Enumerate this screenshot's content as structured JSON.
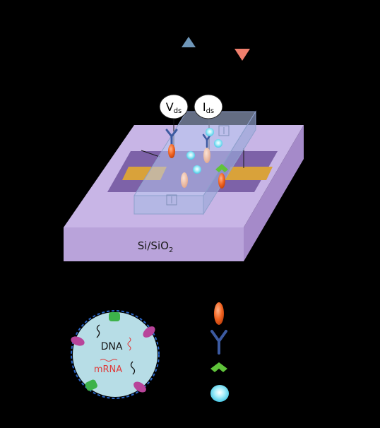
{
  "labels": {
    "vds_main": "V",
    "vds_sub": "ds",
    "ids_main": "I",
    "ids_sub": "ds",
    "substrate_main": "Si/SiO",
    "substrate_sub": "2",
    "dna": "DNA",
    "mrna": "mRNA"
  },
  "colors": {
    "background": "#000000",
    "substrate_top": "#c8b5e6",
    "substrate_front": "#b9a3da",
    "substrate_side": "#a58ac9",
    "channel_dark": "#7d62a8",
    "electrode": "#d9a23a",
    "flow_channel": "#a9b9e3",
    "triangle_up": "#6f97b9",
    "triangle_down": "#f07f6d",
    "orange_marker": "#f26522",
    "antibody": "#3c5aa0",
    "chevron": "#5fc33a",
    "cyan_sphere": "#7fe3f3",
    "cell_fill": "#b7dde6",
    "cell_ring": "#2b67c8",
    "dna_text": "#111111",
    "mrna_text": "#e03a3a",
    "green_receptor": "#3db24a",
    "purple_receptor": "#b8449a"
  },
  "icons": [
    "triangle-up-icon",
    "triangle-down-icon",
    "orange-marker-icon",
    "antibody-icon",
    "chevron-icon",
    "cyan-sphere-icon"
  ]
}
